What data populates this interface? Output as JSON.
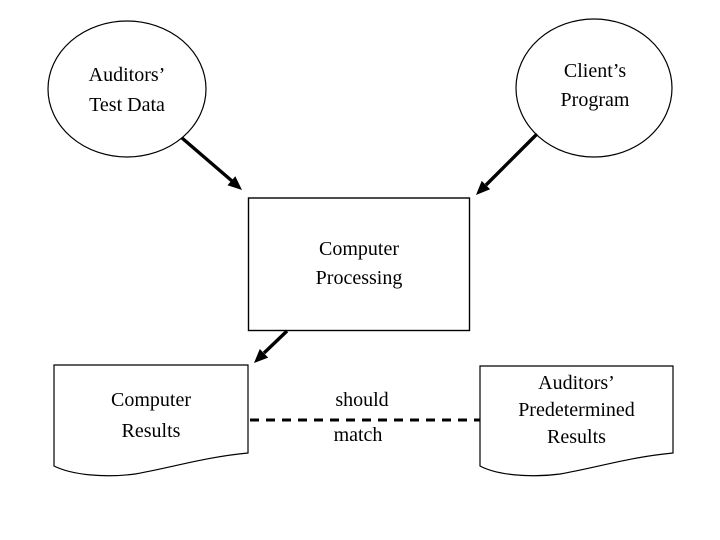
{
  "slide": {
    "background": "#ffffff",
    "stroke_color": "#000000",
    "text_color": "#000000"
  },
  "nodes": [
    {
      "id": "auditors-test-data",
      "shape": "ellipse",
      "lines": [
        "Auditors’",
        "Test Data"
      ]
    },
    {
      "id": "clients-program",
      "shape": "ellipse",
      "lines": [
        "Client’s",
        "Program"
      ]
    },
    {
      "id": "computer-processing",
      "shape": "rectangle",
      "lines": [
        "Computer",
        "Processing"
      ]
    },
    {
      "id": "computer-results",
      "shape": "document",
      "lines": [
        "Computer",
        "Results"
      ]
    },
    {
      "id": "auditors-predetermined-results",
      "shape": "document",
      "lines": [
        "Auditors’",
        "Predetermined",
        "Results"
      ]
    }
  ],
  "relation": {
    "lines": [
      "should",
      "match"
    ],
    "style": "dashed-line"
  },
  "connections": [
    {
      "from": "auditors-test-data",
      "to": "computer-processing",
      "type": "arrow"
    },
    {
      "from": "clients-program",
      "to": "computer-processing",
      "type": "arrow"
    },
    {
      "from": "computer-processing",
      "to": "computer-results",
      "type": "arrow"
    },
    {
      "from": "computer-results",
      "to": "auditors-predetermined-results",
      "type": "dashed-line"
    }
  ]
}
